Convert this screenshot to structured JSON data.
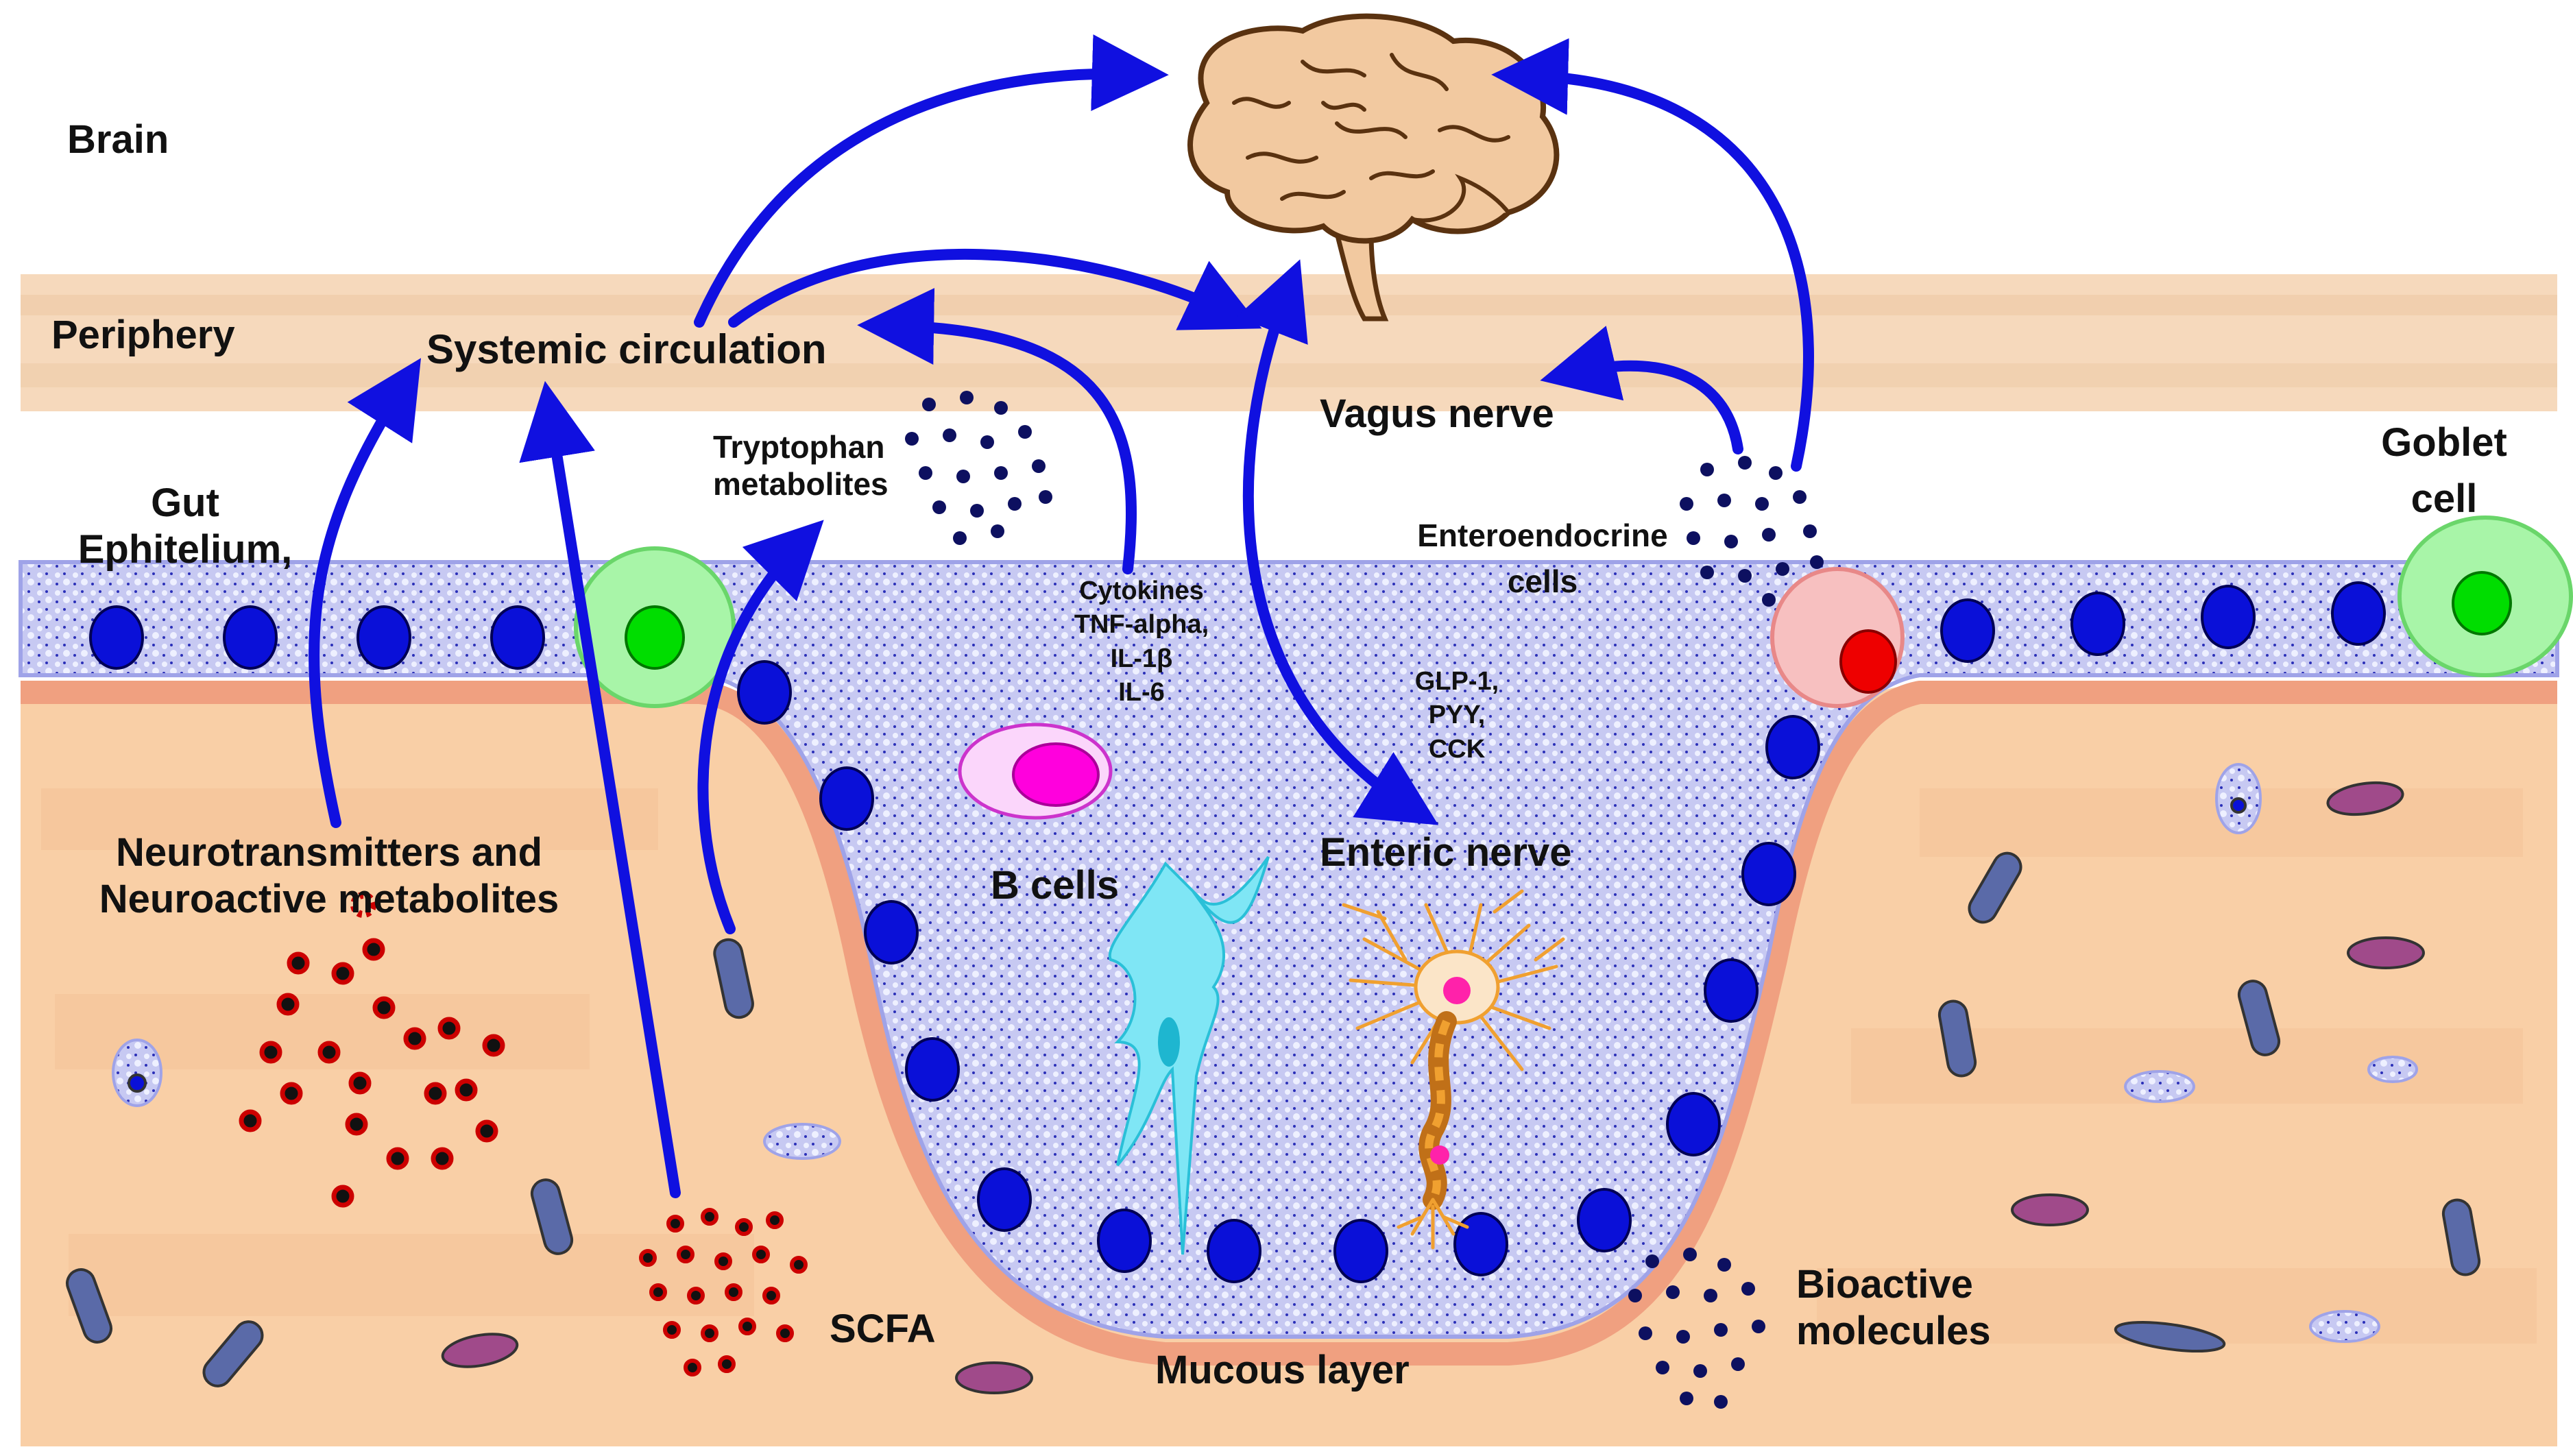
{
  "labels": {
    "brain": "Brain",
    "periphery": "Periphery",
    "systemic_circulation": "Systemic circulation",
    "gut_epithelium_line1": "Gut",
    "gut_epithelium_line2": "Ephitelium,",
    "tryptophan_line1": "Tryptophan",
    "tryptophan_line2": "metabolites",
    "vagus_nerve": "Vagus nerve",
    "goblet_line1": "Goblet",
    "goblet_line2": "cell",
    "enteroendocrine_line1": "Enteroendocrine",
    "enteroendocrine_line2": "cells",
    "cytokines_line1": "Cytokines",
    "cytokines_line2": "TNF-alpha,",
    "cytokines_line3": "IL-1β",
    "cytokines_line4": "IL-6",
    "hormones_line1": "GLP-1,",
    "hormones_line2": "PYY,",
    "hormones_line3": "CCK",
    "neurotransmitters_line1": "Neurotransmitters and",
    "neurotransmitters_line2": "Neuroactive metabolites",
    "b_cells": "B cells",
    "enteric_nerve": "Enteric nerve",
    "scfa": "SCFA",
    "mucous_layer": "Mucous layer",
    "bioactive_line1": "Bioactive",
    "bioactive_line2": "molecules"
  },
  "colors": {
    "arrow": "#1010e0",
    "tissue": "#f9cfa6",
    "periphery_band": "#f5d7b8",
    "epithelial_cell": "#c7c9f2",
    "nucleus": "#0a10d8",
    "goblet_cell": "#7ef07e",
    "enteroendocrine_cell": "#f4a8a8",
    "mucous_layer": "#f0a080",
    "brain": "#f2c9a0",
    "red_dots": "#c00000",
    "navy_dots": "#0d1060",
    "b_cell": "#ee88ee",
    "dendritic_cell": "#7fe6f5",
    "neuron": "#f0a030"
  },
  "icons": [
    "brain-icon",
    "b-cell-icon",
    "dendritic-cell-icon",
    "neuron-icon",
    "bacteria-icon",
    "goblet-cell-icon",
    "enteroendocrine-cell-icon"
  ]
}
